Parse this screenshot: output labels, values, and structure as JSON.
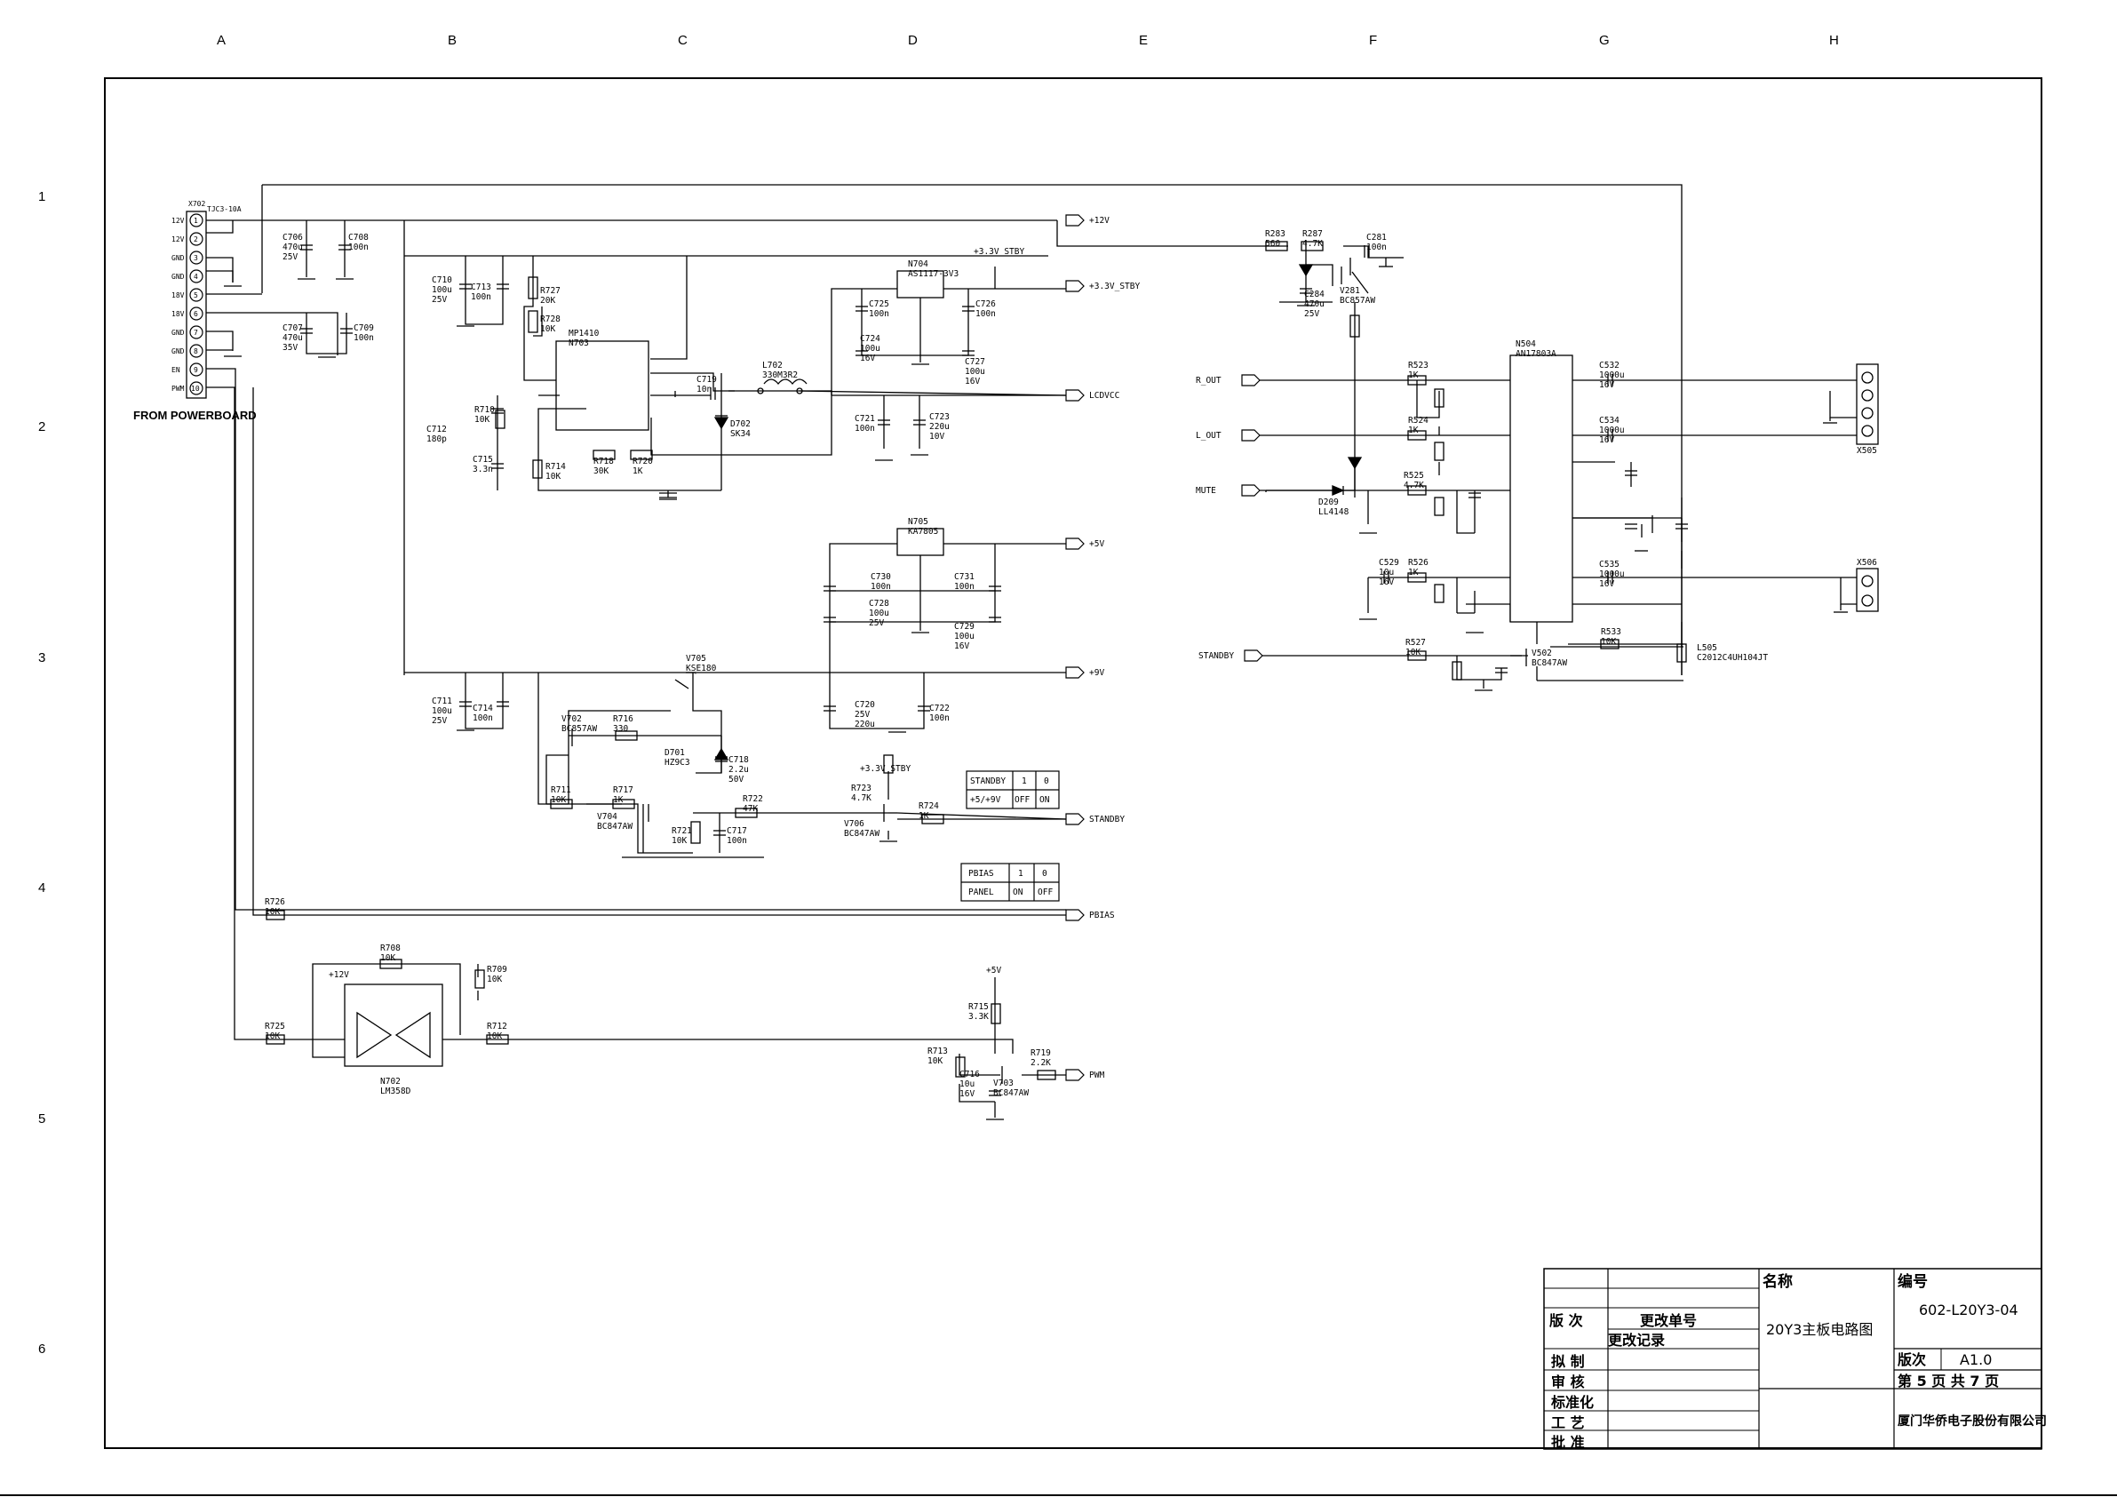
{
  "grid": {
    "columns": [
      "A",
      "B",
      "C",
      "D",
      "E",
      "F",
      "G",
      "H"
    ],
    "rows": [
      "1",
      "2",
      "3",
      "4",
      "5",
      "6"
    ]
  },
  "connector": {
    "ref": "X702",
    "part": "TJC3-10A",
    "source_label": "FROM POWERBOARD",
    "pins": [
      {
        "num": "1",
        "name": "12V"
      },
      {
        "num": "2",
        "name": "12V"
      },
      {
        "num": "3",
        "name": "GND"
      },
      {
        "num": "4",
        "name": "GND"
      },
      {
        "num": "5",
        "name": "18V"
      },
      {
        "num": "6",
        "name": "18V"
      },
      {
        "num": "7",
        "name": "GND"
      },
      {
        "num": "8",
        "name": "GND"
      },
      {
        "num": "9",
        "name": "EN"
      },
      {
        "num": "10",
        "name": "PWM"
      }
    ]
  },
  "nets": {
    "v12": "+12V",
    "v33stby": "+3.3V_STBY",
    "lcdvcc": "LCDVCC",
    "v5": "+5V",
    "v9": "+9V",
    "standby": "STANDBY",
    "pbias": "PBIAS",
    "pwm": "PWM",
    "r_out": "R_OUT",
    "l_out": "L_OUT",
    "mute": "MUTE"
  },
  "components": {
    "c706": [
      "C706",
      "470u",
      "25V"
    ],
    "c708": [
      "C708",
      "100n"
    ],
    "c707": [
      "C707",
      "470u",
      "35V"
    ],
    "c709": [
      "C709",
      "100n"
    ],
    "c710": [
      "C710",
      "100u",
      "25V"
    ],
    "c713": [
      "C713",
      "100n"
    ],
    "r727": [
      "R727",
      "20K"
    ],
    "r728": [
      "R728",
      "10K"
    ],
    "n703": [
      "MP1410",
      "N703"
    ],
    "c719": [
      "C719",
      "10n"
    ],
    "l702": [
      "L702",
      "330M3R2"
    ],
    "d702": [
      "D702",
      "SK34"
    ],
    "n704": [
      "N704",
      "AS1117-3V3"
    ],
    "c725": [
      "C725",
      "100n"
    ],
    "c726": [
      "C726",
      "100n"
    ],
    "c724": [
      "C724",
      "100u",
      "16V"
    ],
    "c727": [
      "C727",
      "100u",
      "16V"
    ],
    "r710": [
      "R710",
      "10K"
    ],
    "c712": [
      "C712",
      "180p"
    ],
    "c715": [
      "C715",
      "3.3n"
    ],
    "r714": [
      "R714",
      "10K"
    ],
    "r718": [
      "R718",
      "30K"
    ],
    "r720": [
      "R720",
      "1K"
    ],
    "c721": [
      "C721",
      "100n"
    ],
    "c723": [
      "C723",
      "220u",
      "10V"
    ],
    "n705": [
      "N705",
      "KA7805"
    ],
    "c730": [
      "C730",
      "100n"
    ],
    "c731": [
      "C731",
      "100n"
    ],
    "c728": [
      "C728",
      "100u",
      "25V"
    ],
    "c729": [
      "C729",
      "100u",
      "16V"
    ],
    "c711": [
      "C711",
      "100u",
      "25V"
    ],
    "c714": [
      "C714",
      "100n"
    ],
    "v705": [
      "V705",
      "KSE180"
    ],
    "v702": [
      "V702",
      "BC857AW"
    ],
    "r716": [
      "R716",
      "330"
    ],
    "d701": [
      "D701",
      "HZ9C3"
    ],
    "c718": [
      "C718",
      "2.2u",
      "50V"
    ],
    "c720": [
      "C720",
      "25V",
      "220u"
    ],
    "c722": [
      "C722",
      "100n"
    ],
    "r711": [
      "R711",
      "10K"
    ],
    "r717": [
      "R717",
      "1K"
    ],
    "v704": [
      "V704",
      "BC847AW"
    ],
    "r721": [
      "R721",
      "10K"
    ],
    "r722": [
      "R722",
      "47K"
    ],
    "c717": [
      "C717",
      "100n"
    ],
    "r723": [
      "R723",
      "4.7K"
    ],
    "r724": [
      "R724",
      "1K"
    ],
    "v706": [
      "V706",
      "BC847AW"
    ],
    "r726": [
      "R726",
      "10K"
    ],
    "r708": [
      "R708",
      "10K"
    ],
    "r709": [
      "R709",
      "10K"
    ],
    "r725": [
      "R725",
      "10K"
    ],
    "r712": [
      "R712",
      "10K"
    ],
    "n702": [
      "N702",
      "LM358D"
    ],
    "r715": [
      "R715",
      "3.3K"
    ],
    "r713": [
      "R713",
      "10K"
    ],
    "c716": [
      "C716",
      "10u",
      "16V"
    ],
    "r719": [
      "R719",
      "2.2K"
    ],
    "v703": [
      "V703",
      "BC847AW"
    ],
    "r283": [
      "R283",
      "560"
    ],
    "r287": [
      "R287",
      "4.7K"
    ],
    "c281": [
      "C281",
      "100n"
    ],
    "c284": [
      "C284",
      "470u",
      "25V"
    ],
    "v281": [
      "V281",
      "BC857AW"
    ],
    "n504": [
      "N504",
      "AN17803A"
    ],
    "d209": [
      "D209",
      "LL4148"
    ],
    "r523": [
      "R523",
      "1K"
    ],
    "r524": [
      "R524",
      "1K"
    ],
    "r525": [
      "R525",
      "4.7K"
    ],
    "r526": [
      "R526",
      "1K"
    ],
    "r527": [
      "R527",
      "10K"
    ],
    "r533": [
      "R533",
      "10K"
    ],
    "c532": [
      "C532",
      "1000u",
      "16V"
    ],
    "c534": [
      "C534",
      "1000u",
      "16V"
    ],
    "c535": [
      "C535",
      "1000u",
      "16V"
    ],
    "c529": [
      "C529",
      "10u",
      "16V"
    ],
    "x505": [
      "X505"
    ],
    "x506": [
      "X506"
    ],
    "v502": [
      "V502",
      "BC847AW"
    ],
    "l505": [
      "L505",
      "C2012C4UH104JT"
    ]
  },
  "tables": {
    "standby": {
      "rows": [
        [
          "STANDBY",
          "1",
          "0"
        ],
        [
          "+5/+9V",
          "OFF",
          "ON"
        ]
      ]
    },
    "pbias": {
      "rows": [
        [
          "PBIAS",
          "1",
          "0"
        ],
        [
          "PANEL",
          "ON",
          "OFF"
        ]
      ]
    }
  },
  "title_block": {
    "name_label": "名称",
    "name_value": "20Y3主板电路图",
    "number_label": "编号",
    "number_value": "602-L20Y3-04",
    "version_label": "版次",
    "version_value": "A1.0",
    "page_text": "第  5  页  共  7  页",
    "company": "厦门华侨电子股份有限公司",
    "rev_col1": "版  次",
    "rev_col2": "更改单号",
    "rev_record": "更改记录",
    "roles": [
      "拟  制",
      "审  核",
      "标准化",
      "工  艺",
      "批  准"
    ]
  }
}
